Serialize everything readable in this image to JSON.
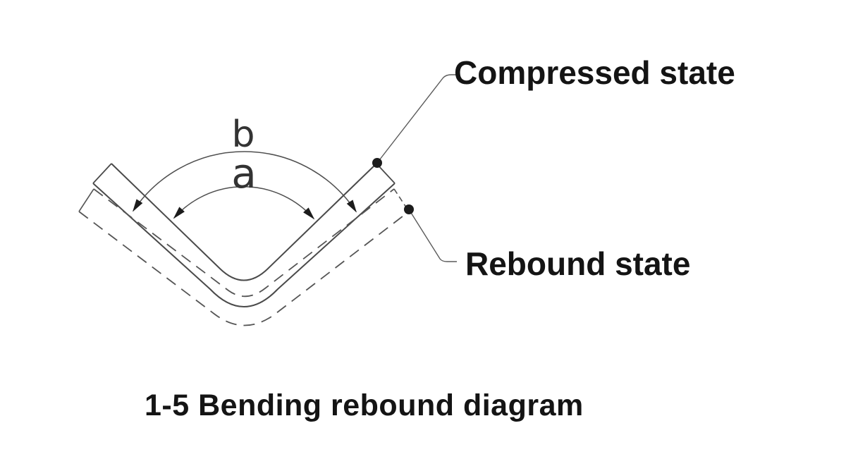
{
  "figure": {
    "angle_labels": {
      "outer": "b",
      "inner": "a"
    },
    "callouts": {
      "compressed": "Compressed state",
      "rebound": "Rebound state"
    },
    "caption": "1-5 Bending rebound diagram",
    "legend_meaning": {
      "solid_band": "Compressed state",
      "dashed_band": "Rebound state"
    },
    "colors": {
      "background": "#ffffff",
      "line": "#4a4a4a",
      "marker": "#1c1c1c",
      "text": "#141414"
    }
  }
}
